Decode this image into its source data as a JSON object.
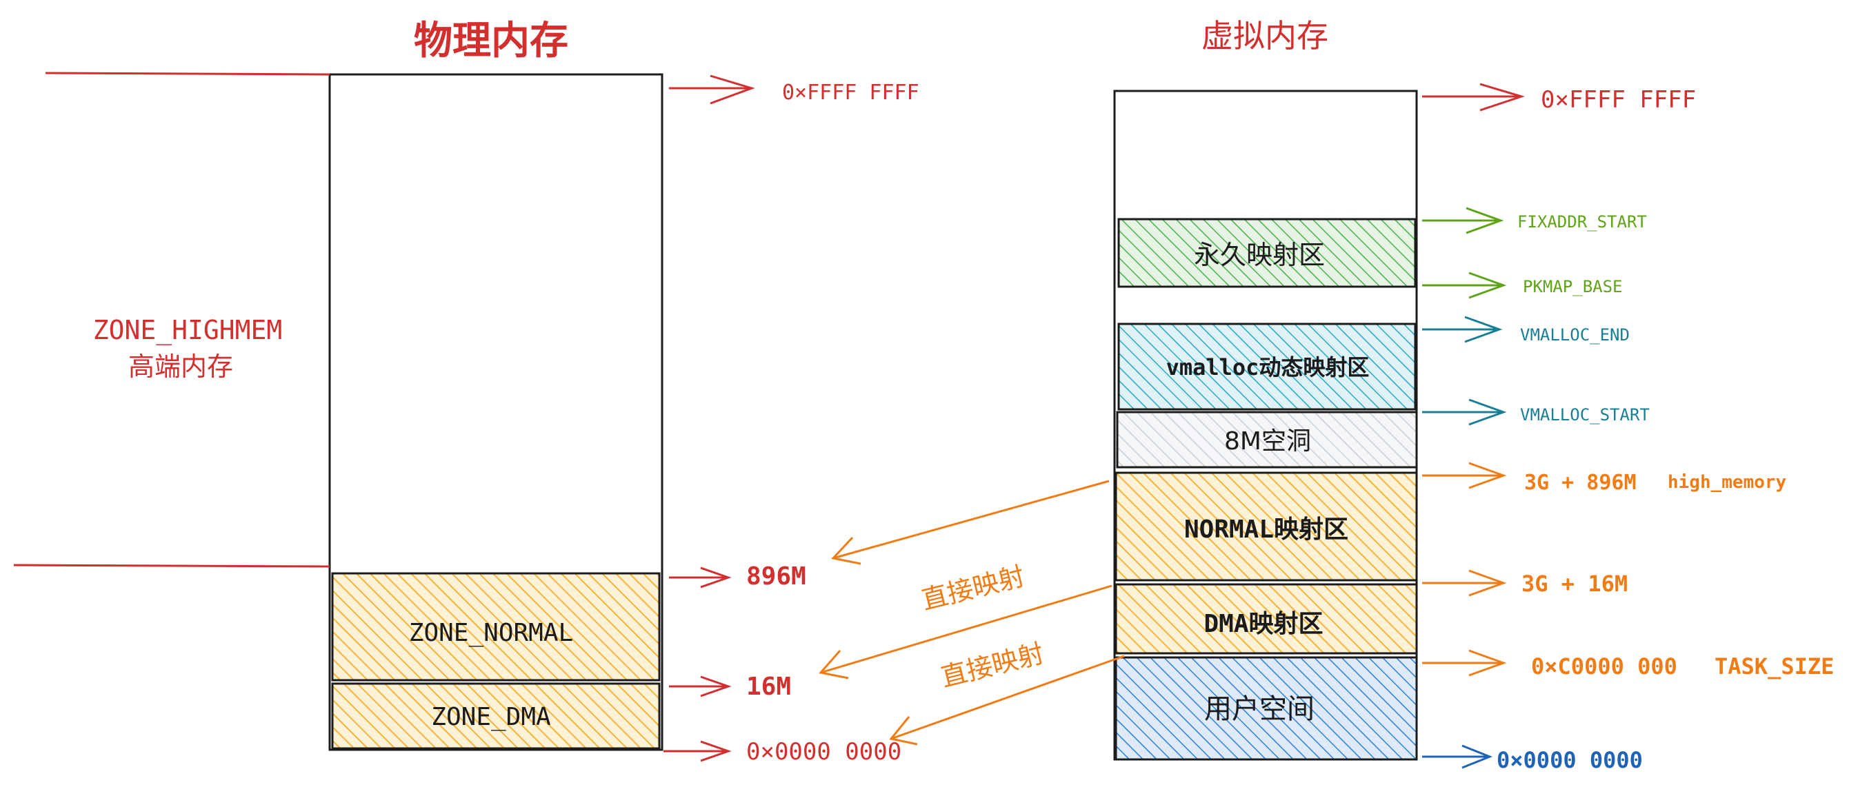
{
  "colors": {
    "red": "#d32f2f",
    "orange": "#f07c15",
    "green": "#5fa318",
    "teal": "#177f95",
    "blue": "#1e63b5",
    "ink": "#1b1b1b",
    "yellow_fill": "#f2b53a",
    "green_fill": "#4caf50",
    "cyan_fill": "#27a8c2",
    "grey_fill": "#c9ced6",
    "blue_fill": "#2d7fd3"
  },
  "physical": {
    "title": "物理内存",
    "highmem_label": "ZONE_HIGHMEM",
    "highmem_cn": "高端内存",
    "zone_normal": "ZONE_NORMAL",
    "zone_dma": "ZONE_DMA",
    "addr_top": "0×FFFF FFFF",
    "addr_896": "896M",
    "addr_16": "16M",
    "addr_zero": "0×0000 0000"
  },
  "virtual": {
    "title": "虚拟内存",
    "addr_top": "0×FFFF FFFF",
    "perm_region": "永久映射区",
    "vmalloc_region": "vmalloc动态映射区",
    "hole_region": "8M空洞",
    "normal_region": "NORMAL映射区",
    "dma_region": "DMA映射区",
    "user_region": "用户空间",
    "fixaddr_start": "FIXADDR_START",
    "pkmap_base": "PKMAP_BASE",
    "vmalloc_end": "VMALLOC_END",
    "vmalloc_start": "VMALLOC_START",
    "addr_3g896": "3G + 896M",
    "high_memory": "high_memory",
    "addr_3g16": "3G + 16M",
    "addr_c0000": "0×C0000 000",
    "task_size": "TASK_SIZE",
    "addr_zero": "0×0000 0000"
  },
  "mapping": {
    "direct_1": "直接映射",
    "direct_2": "直接映射"
  }
}
